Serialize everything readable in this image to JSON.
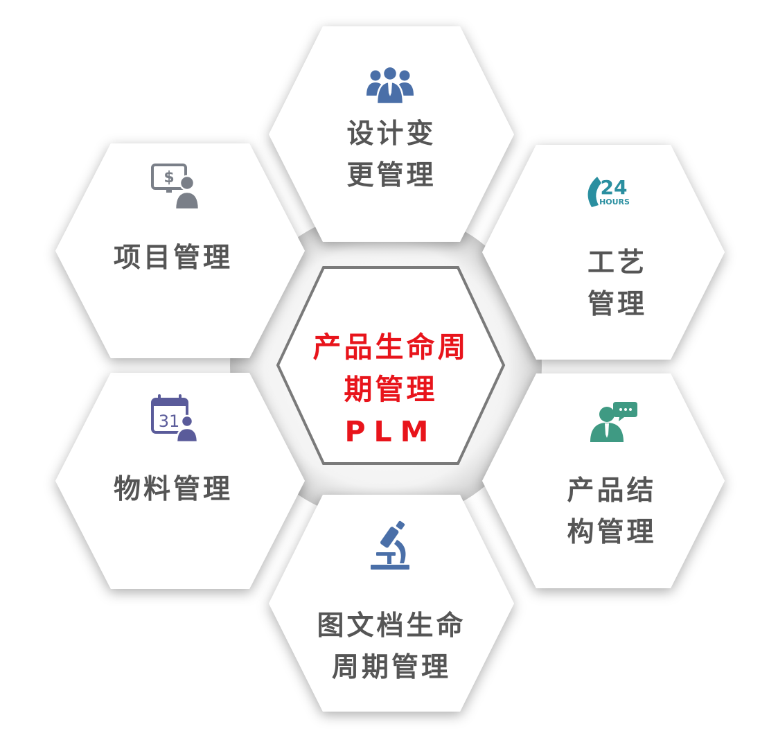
{
  "center": {
    "line1": "产品生命周",
    "line2": "期管理",
    "line3": "PLM"
  },
  "modules": [
    {
      "id": "design-change",
      "icon": "team-icon",
      "lines": [
        "设计变",
        "更管理"
      ]
    },
    {
      "id": "process",
      "icon": "24-hours-phone-icon",
      "lines": [
        "工艺",
        "管理"
      ],
      "icon_text": "24",
      "icon_subtext": "HOURS"
    },
    {
      "id": "product-structure",
      "icon": "person-chat-icon",
      "lines": [
        "产品结",
        "构管理"
      ]
    },
    {
      "id": "document-lifecycle",
      "icon": "microscope-icon",
      "lines": [
        "图文档生命",
        "周期管理"
      ]
    },
    {
      "id": "material",
      "icon": "calendar-user-icon",
      "lines": [
        "物料管理"
      ],
      "icon_text": "31"
    },
    {
      "id": "project",
      "icon": "dollar-user-icon",
      "lines": [
        "项目管理"
      ],
      "icon_text": "$"
    }
  ],
  "colors": {
    "center_text": "#e8141b",
    "module_text": "#555555",
    "team_icon": "#4a6fa8",
    "hours_icon": "#2a8fa0",
    "chat_icon": "#3f9a83",
    "microscope_icon": "#4a6fa8",
    "calendar_icon": "#5a5b9a",
    "dollar_icon": "#7a7f88"
  }
}
